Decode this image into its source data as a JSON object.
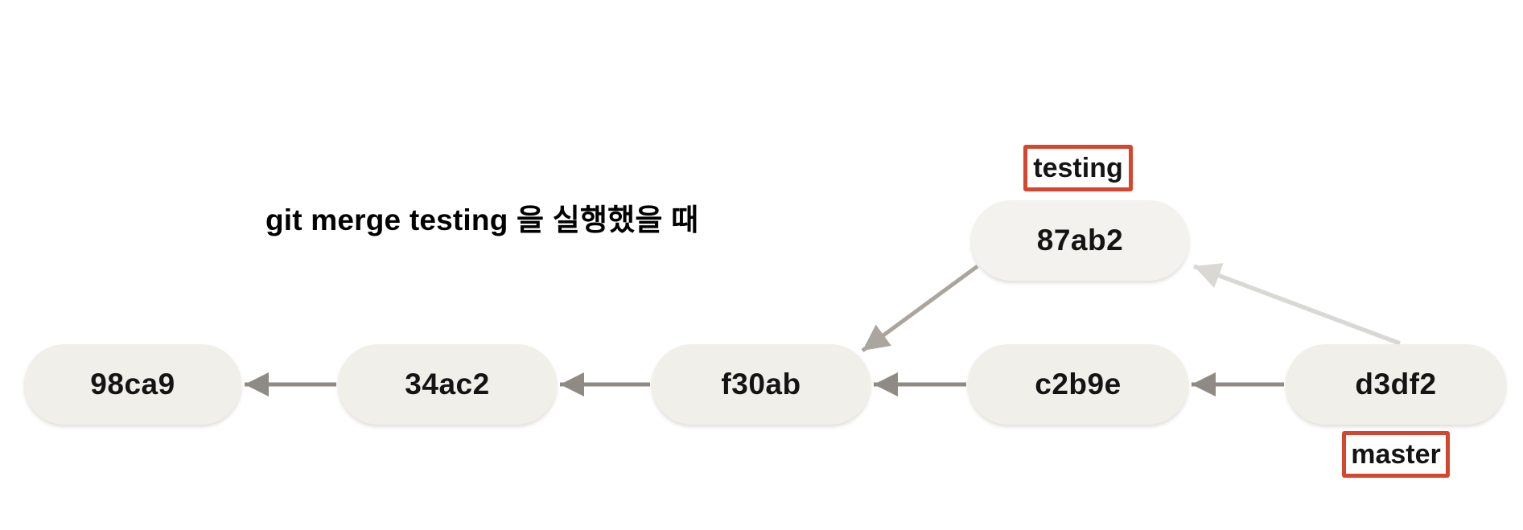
{
  "title": "git merge testing 을 실행했을 때",
  "commits": {
    "n98ca9": {
      "label": "98ca9"
    },
    "n34ac2": {
      "label": "34ac2"
    },
    "nf30ab": {
      "label": "f30ab"
    },
    "nc2b9e": {
      "label": "c2b9e"
    },
    "nd3df2": {
      "label": "d3df2"
    },
    "n87ab2": {
      "label": "87ab2"
    }
  },
  "branches": {
    "testing": {
      "label": "testing",
      "points_to": "87ab2"
    },
    "master": {
      "label": "master",
      "points_to": "d3df2"
    }
  },
  "edges": [
    {
      "from": "34ac2",
      "to": "98ca9",
      "style": "solid-gray"
    },
    {
      "from": "f30ab",
      "to": "34ac2",
      "style": "solid-gray"
    },
    {
      "from": "c2b9e",
      "to": "f30ab",
      "style": "solid-gray"
    },
    {
      "from": "d3df2",
      "to": "c2b9e",
      "style": "solid-gray"
    },
    {
      "from": "87ab2",
      "to": "f30ab",
      "style": "diagonal-gray"
    },
    {
      "from": "d3df2",
      "to": "87ab2",
      "style": "diagonal-light-gray"
    }
  ],
  "colors": {
    "background": "#ffffff",
    "node_fill": "#f0efe9",
    "node_fill_light": "#f3f2ee",
    "node_text": "#141414",
    "title_color": "#000000",
    "arrow_dark": "#8f8b84",
    "arrow_mid": "#aaa59e",
    "arrow_light": "#d9d8d4",
    "branch_label_border": "#d4472e",
    "branch_label_bg": "#ffffff"
  }
}
